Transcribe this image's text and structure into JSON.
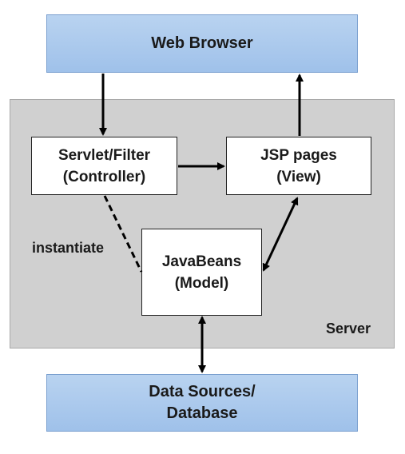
{
  "diagram": {
    "web_browser": "Web Browser",
    "server_label": "Server",
    "controller": {
      "line1": "Servlet/Filter",
      "line2": "(Controller)"
    },
    "view": {
      "line1": "JSP pages",
      "line2": "(View)"
    },
    "model": {
      "line1": "JavaBeans",
      "line2": "(Model)"
    },
    "data_sources": {
      "line1": "Data Sources/",
      "line2": "Database"
    },
    "instantiate_label": "instantiate"
  }
}
